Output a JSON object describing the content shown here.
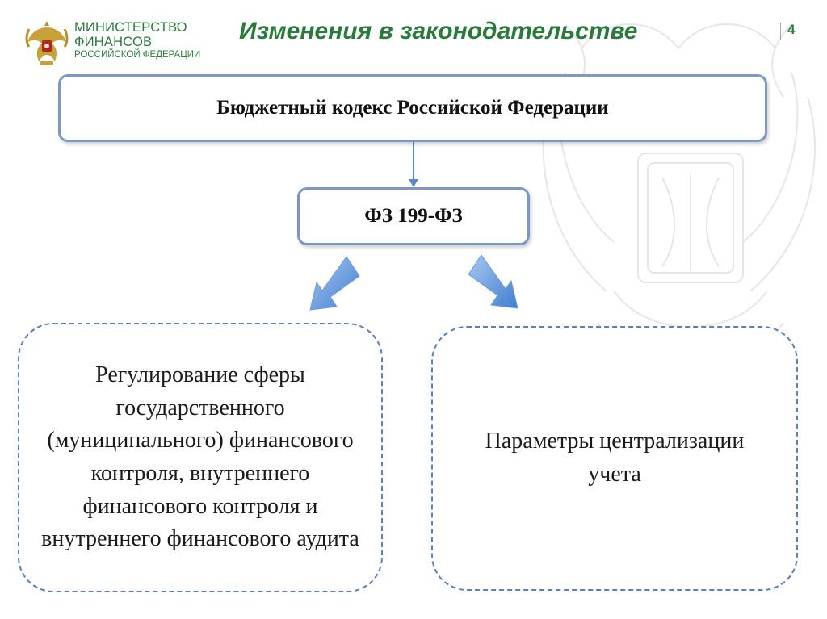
{
  "header": {
    "logo_line1": "МИНИСТЕРСТВО",
    "logo_line2": "ФИНАНСОВ",
    "logo_line3": "РОССИЙСКОЙ ФЕДЕРАЦИИ",
    "title": "Изменения в законодательстве",
    "page_number": "4"
  },
  "diagram": {
    "top_box": "Бюджетный кодекс Российской Федерации",
    "middle_box": "ФЗ 199-ФЗ",
    "left_box": "Регулирование сферы государственного (муниципального) финансового контроля, внутреннего финансового контроля и внутреннего финансового аудита",
    "right_box": "Параметры централизации учета"
  },
  "colors": {
    "brand_green": "#2a7a3d",
    "box_border": "#7d98c7",
    "dashed_border": "#5b7fb7",
    "arrow_blue": "#4a86d4"
  }
}
